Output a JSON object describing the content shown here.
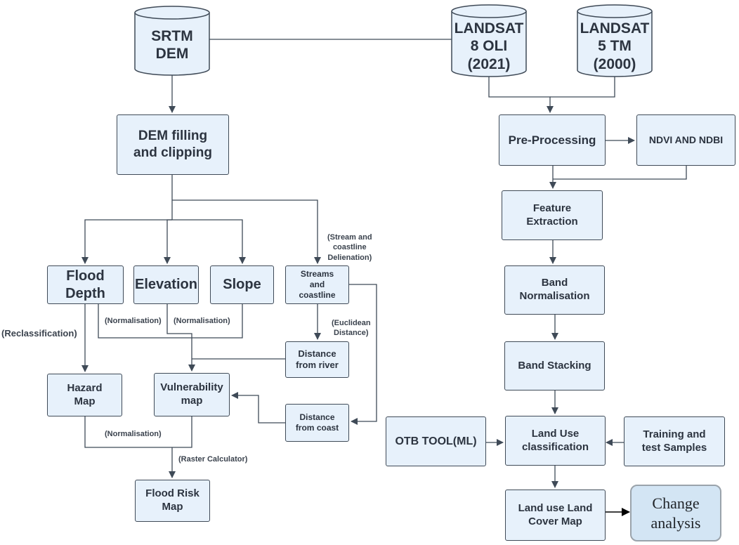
{
  "sources": {
    "srtm": "SRTM\nDEM",
    "landsat8": "LANDSAT\n8 OLI\n(2021)",
    "landsat5": "LANDSAT\n5 TM\n(2000)"
  },
  "nodes": {
    "dem_filling": "DEM filling\nand clipping",
    "flood_depth": "Flood\nDepth",
    "elevation": "Elevation",
    "slope": "Slope",
    "streams": "Streams\nand\ncoastline",
    "distance_river": "Distance\nfrom river",
    "distance_coast": "Distance\nfrom coast",
    "hazard_map": "Hazard\nMap",
    "vulnerability_map": "Vulnerability\nmap",
    "flood_risk_map": "Flood Risk\nMap",
    "pre_processing": "Pre-Processing",
    "ndvi_ndbi": "NDVI AND NDBI",
    "feature_extraction": "Feature\nExtraction",
    "band_normalisation": "Band\nNormalisation",
    "band_stacking": "Band Stacking",
    "otb_tool": "OTB TOOL(ML)",
    "land_use_classification": "Land Use\nclassification",
    "training_samples": "Training and\ntest Samples",
    "land_cover_map": "Land use Land\nCover Map",
    "change_analysis": "Change\nanalysis"
  },
  "labels": {
    "stream_delineation": "(Stream and\ncoastline\nDelienation)",
    "reclassification": "(Reclassification)",
    "normalisation_elev": "(Normalisation)",
    "normalisation_slope": "(Normalisation)",
    "euclidean": "(Euclidean\nDistance)",
    "normalisation_hazard": "(Normalisation)",
    "raster_calculator": "(Raster Calculator)"
  }
}
